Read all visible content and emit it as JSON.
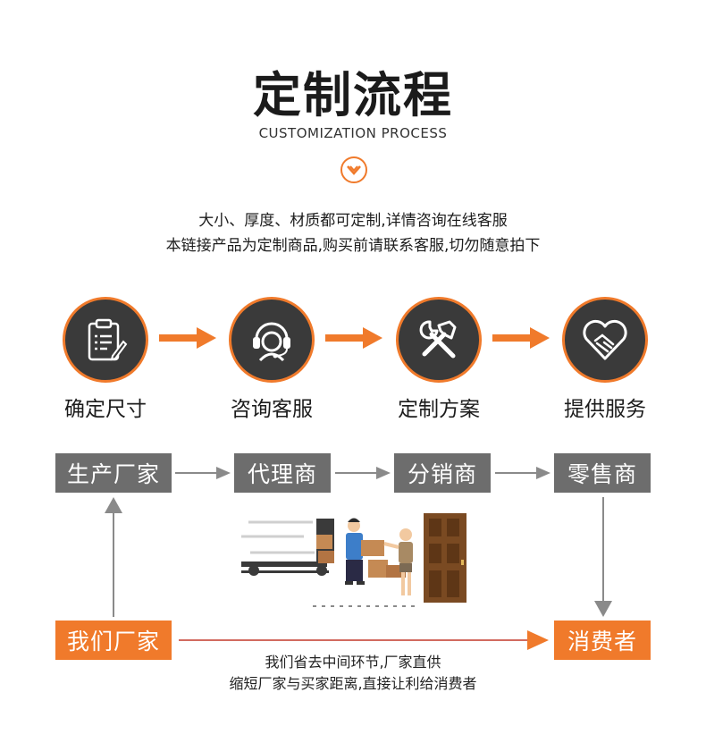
{
  "header": {
    "title": "定制流程",
    "subtitle": "CUSTOMIZATION PROCESS",
    "chevron_icon": "chevron-down-circle-icon",
    "accent_color": "#f07a2b"
  },
  "notice": {
    "line1": "大小、厚度、材质都可定制,详情咨询在线客服",
    "line2": "本链接产品为定制商品,购买前请联系客服,切勿随意拍下"
  },
  "steps": [
    {
      "label": "确定尺寸",
      "icon": "clipboard-pen-icon"
    },
    {
      "label": "咨询客服",
      "icon": "headset-agent-icon"
    },
    {
      "label": "定制方案",
      "icon": "hammer-wrench-icon"
    },
    {
      "label": "提供服务",
      "icon": "handshake-heart-icon"
    }
  ],
  "chain": {
    "manufacturer": "生产厂家",
    "agent": "代理商",
    "distributor": "分销商",
    "retailer": "零售商"
  },
  "direct": {
    "ours": "我们厂家",
    "consumer": "消费者",
    "line1": "我们省去中间环节,厂家直供",
    "line2": "缩短厂家与买家距离,直接让利给消费者"
  }
}
